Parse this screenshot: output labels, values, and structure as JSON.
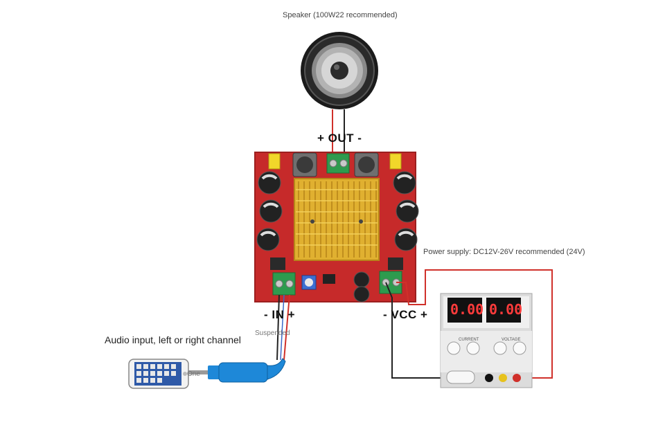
{
  "labels": {
    "speaker": "Speaker (100W22 recommended)",
    "out": "+ OUT -",
    "in": "- IN +",
    "vcc": "- VCC +",
    "power": "Power supply: DC12V-26V recommended (24V)",
    "audio": "Audio input, left or right channel",
    "suspended": "Suspended",
    "one": "One"
  },
  "psu": {
    "left_display": "0.00",
    "right_display": "0.00",
    "left_caption": "CURRENT",
    "right_caption": "VOLTAGE"
  },
  "colors": {
    "board": "#c62a2a",
    "heatsink": "#e0b030",
    "terminal": "#2e9b4e",
    "wire_red": "#d0302a",
    "wire_black": "#222222",
    "jack": "#1e88d8"
  }
}
